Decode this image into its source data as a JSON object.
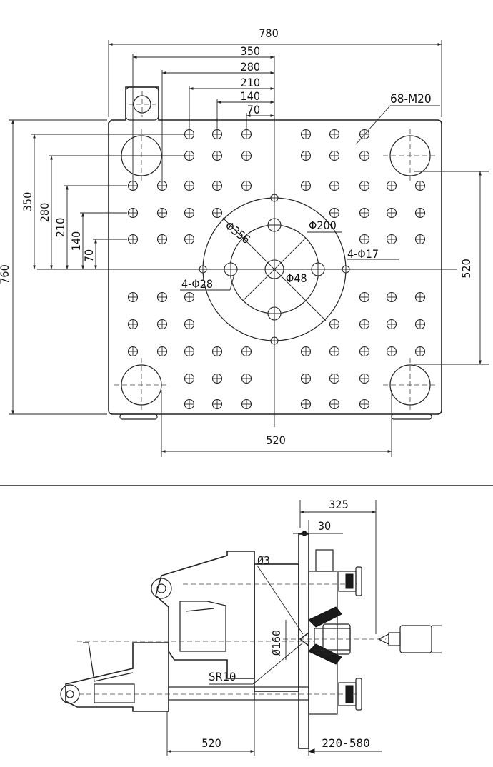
{
  "platen": {
    "width_label": "780",
    "height_label": "760",
    "hole_spec": "68-M20",
    "tiebar_h_label": "520",
    "tiebar_v_label": "520",
    "top_dims": [
      "350",
      "280",
      "210",
      "140",
      "70"
    ],
    "left_dims": [
      "350",
      "280",
      "210",
      "140",
      "70"
    ],
    "pcd_label": "Φ356",
    "bore_label": "Φ200",
    "center_label": "Φ48",
    "small_holes_label": "4-Φ17",
    "big_holes_label": "4-Φ28"
  },
  "side_view": {
    "dim_325": "325",
    "dim_30": "30",
    "dim_phi3": "Ø3",
    "dim_phi160": "Ø160",
    "dim_sr10": "SR10",
    "dim_520": "520",
    "dim_stroke": "220-580"
  }
}
